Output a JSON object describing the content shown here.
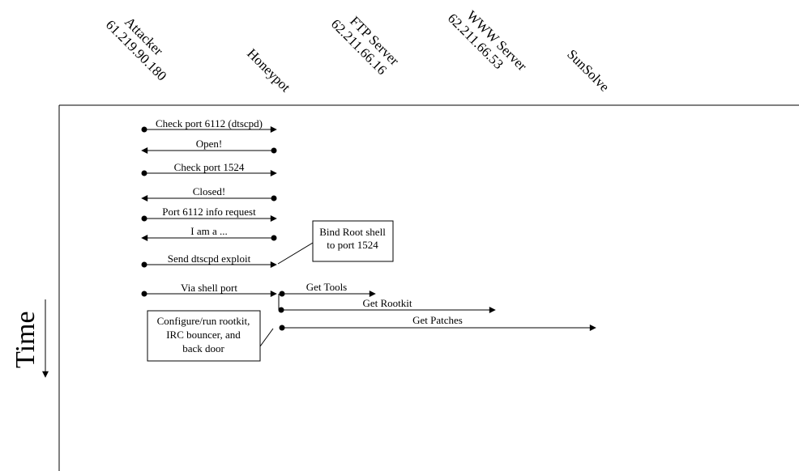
{
  "participants": [
    {
      "id": "attacker",
      "name": "Attacker",
      "ip": "61.219.90.180"
    },
    {
      "id": "honeypot",
      "name": "Honeypot",
      "ip": ""
    },
    {
      "id": "ftp",
      "name": "FTP Server",
      "ip": "62.211.66.16"
    },
    {
      "id": "www",
      "name": "WWW Server",
      "ip": "62.211.66.53"
    },
    {
      "id": "sunsolve",
      "name": "SunSolve",
      "ip": ""
    }
  ],
  "messages": [
    {
      "label": "Check port 6112 (dtscpd)",
      "from": "attacker",
      "to": "honeypot"
    },
    {
      "label": "Open!",
      "from": "honeypot",
      "to": "attacker"
    },
    {
      "label": "Check port 1524",
      "from": "attacker",
      "to": "honeypot"
    },
    {
      "label": "Closed!",
      "from": "honeypot",
      "to": "attacker"
    },
    {
      "label": "Port 6112 info request",
      "from": "attacker",
      "to": "honeypot"
    },
    {
      "label": "I am a ...",
      "from": "honeypot",
      "to": "attacker"
    },
    {
      "label": "Send dtscpd exploit",
      "from": "attacker",
      "to": "honeypot"
    },
    {
      "label": "Via shell port",
      "from": "attacker",
      "to": "honeypot"
    },
    {
      "label": "Get Tools",
      "from": "honeypot",
      "to": "ftp"
    },
    {
      "label": "Get Rootkit",
      "from": "honeypot",
      "to": "www"
    },
    {
      "label": "Get Patches",
      "from": "honeypot",
      "to": "sunsolve"
    }
  ],
  "notes": [
    {
      "lines": [
        "Bind Root shell",
        "to port 1524"
      ]
    },
    {
      "lines": [
        "Configure/run rootkit,",
        "IRC bouncer, and",
        "back door"
      ]
    }
  ],
  "axis": {
    "time_label": "Time"
  }
}
